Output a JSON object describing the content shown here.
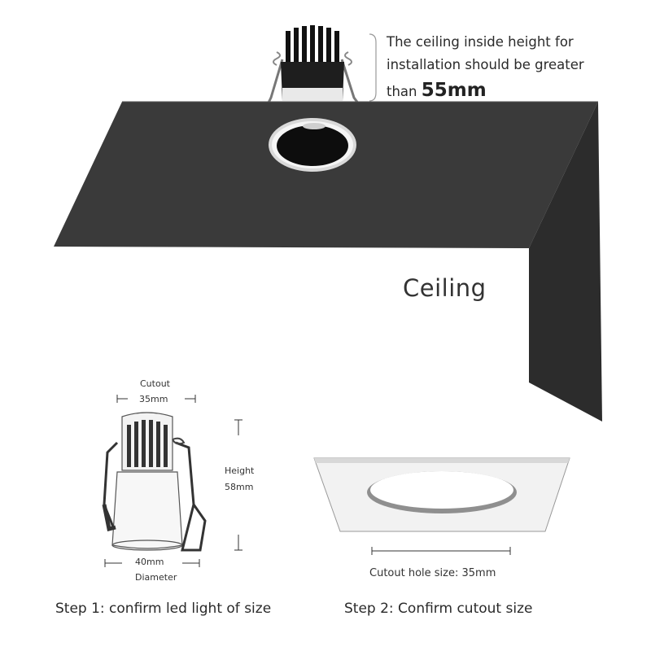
{
  "install_note": {
    "line1": "The ceiling inside height for",
    "line2": "installation should be greater",
    "line3_prefix": "than",
    "line3_value": "55mm"
  },
  "ceiling_label": "Ceiling",
  "led_spec": {
    "cutout_label": "Cutout",
    "cutout_value": "35mm",
    "height_label": "Height",
    "height_value": "58mm",
    "diameter_value": "40mm",
    "diameter_label": "Diameter"
  },
  "cutout_caption": "Cutout hole size: 35mm",
  "steps": [
    {
      "label": "Step 1: confirm led light of size"
    },
    {
      "label": "Step 2: Confirm cutout size"
    }
  ],
  "colors": {
    "ceiling": "#3a3a3a",
    "ceiling_side": "#2c2c2c",
    "lamp_body": "#1e1e1e",
    "trim": "#e6e6e6",
    "plate": "#f2f2f2"
  }
}
